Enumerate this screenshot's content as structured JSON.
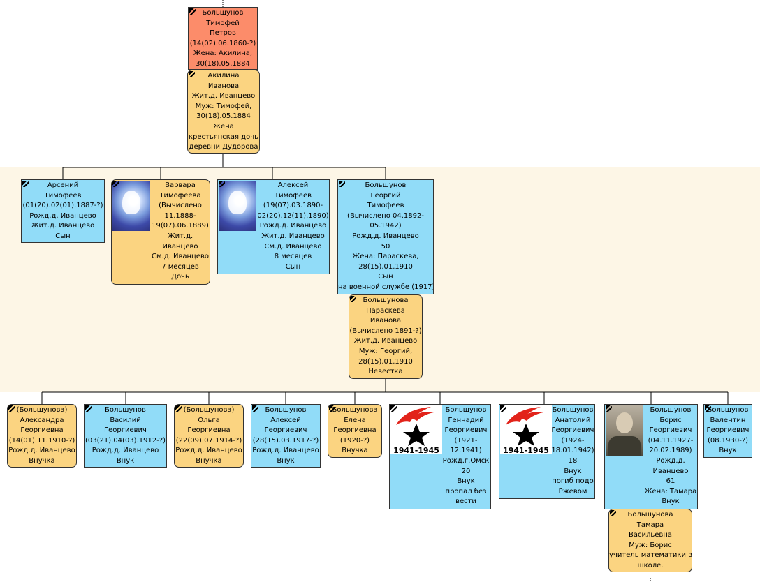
{
  "colors": {
    "male": "#91dcf8",
    "female": "#fbd481",
    "root": "#fc8c6a",
    "band": "#fdf6e6",
    "line": "#000000"
  },
  "people": {
    "timofei": {
      "lines": [
        "Большунов",
        "Тимофей",
        "Петров",
        "(14(02).06.1860-?)",
        "Жена: Акилина,",
        "30(18).05.1884"
      ]
    },
    "akilina": {
      "lines": [
        "Акилина",
        "Иванова",
        "Жит.д. Иванцево",
        "Муж: Тимофей,",
        "30(18).05.1884",
        "Жена",
        "крестьянская дочь",
        "деревни Дудорова"
      ]
    },
    "arseniy": {
      "lines": [
        "Арсений",
        "Тимофеев",
        "(01(20).02(01).1887-?)",
        "Рожд.д. Иванцево",
        "Жит.д. Иванцево",
        "Сын"
      ]
    },
    "varvara": {
      "photo": "angel-image",
      "lines": [
        "Варвара",
        "Тимофеева",
        "(Вычислено",
        "11.1888-",
        "19(07).06.1889)",
        "Жит.д.",
        "Иванцево",
        "См.д. Иванцево",
        "7 месяцев",
        "Дочь"
      ]
    },
    "aleksei1": {
      "photo": "angel-image",
      "lines": [
        "Алексей",
        "Тимофеев",
        "(19(07).03.1890-",
        "02(20).12(11).1890)",
        "Рожд.д. Иванцево",
        "Жит.д. Иванцево",
        "См.д. Иванцево",
        "8 месяцев",
        "Сын"
      ]
    },
    "georgiy": {
      "lines": [
        "Большунов",
        "Георгий",
        "Тимофеев",
        "(Вычислено 04.1892-",
        "05.1942)",
        "Рожд.д. Иванцево",
        "50",
        "Жена: Параскева,",
        "28(15).01.1910",
        "Сын",
        "на военной службе (1917)"
      ]
    },
    "paraskeva": {
      "lines": [
        "Большунова",
        "Параскева",
        "Иванова",
        "(Вычислено 1891-?)",
        "Жит.д. Иванцево",
        "Муж: Георгий,",
        "28(15).01.1910",
        "Невестка"
      ]
    },
    "aleksandra": {
      "lines": [
        "(Большунова)",
        "Александра",
        "Георгиевна",
        "(14(01).11.1910-?)",
        "Рожд.д. Иванцево",
        "Внучка"
      ]
    },
    "vasiliy": {
      "lines": [
        "Большунов",
        "Василий",
        "Георгиевич",
        "(03(21).04(03).1912-?)",
        "Рожд.д. Иванцево",
        "Внук"
      ]
    },
    "olga": {
      "lines": [
        "(Большунова)",
        "Ольга",
        "Георгиевна",
        "(22(09).07.1914-?)",
        "Рожд.д. Иванцево",
        "Внучка"
      ]
    },
    "aleksei2": {
      "lines": [
        "Большунов",
        "Алексей",
        "Георгиевич",
        "(28(15).03.1917-?)",
        "Рожд.д. Иванцево",
        "Внук"
      ]
    },
    "elena": {
      "lines": [
        "Большунова",
        "Елена",
        "Георгиевна",
        "(1920-?)",
        "Внучка"
      ]
    },
    "gennadiy": {
      "photo": "eternal-flame-1941-1945-image",
      "photo_caption": "1941-1945",
      "lines": [
        "Большунов",
        "Геннадий",
        "Георгиевич",
        "(1921-",
        "12.1941)",
        "Рожд.г.Омск",
        "20",
        "Внук",
        "пропал без",
        "вести"
      ]
    },
    "anatoliy": {
      "photo": "eternal-flame-1941-1945-image",
      "photo_caption": "1941-1945",
      "lines": [
        "Большунов",
        "Анатолий",
        "Георгиевич",
        "(1924-",
        "18.01.1942)",
        "18",
        "Внук",
        "погиб подо",
        "Ржевом"
      ]
    },
    "boris": {
      "photo": "portrait-photo",
      "lines": [
        "Большунов",
        "Борис",
        "Георгиевич",
        "(04.11.1927-",
        "20.02.1989)",
        "Рожд.д.",
        "Иванцево",
        "61",
        "Жена: Тамара",
        "Внук"
      ]
    },
    "tamara": {
      "lines": [
        "Большунова",
        "Тамара",
        "Васильевна",
        "Муж: Борис",
        "учитель математики в",
        "школе."
      ]
    },
    "valentin": {
      "lines": [
        "Большунов",
        "Валентин",
        "Георгиевич",
        "(08.1930-?)",
        "Внук"
      ]
    }
  }
}
